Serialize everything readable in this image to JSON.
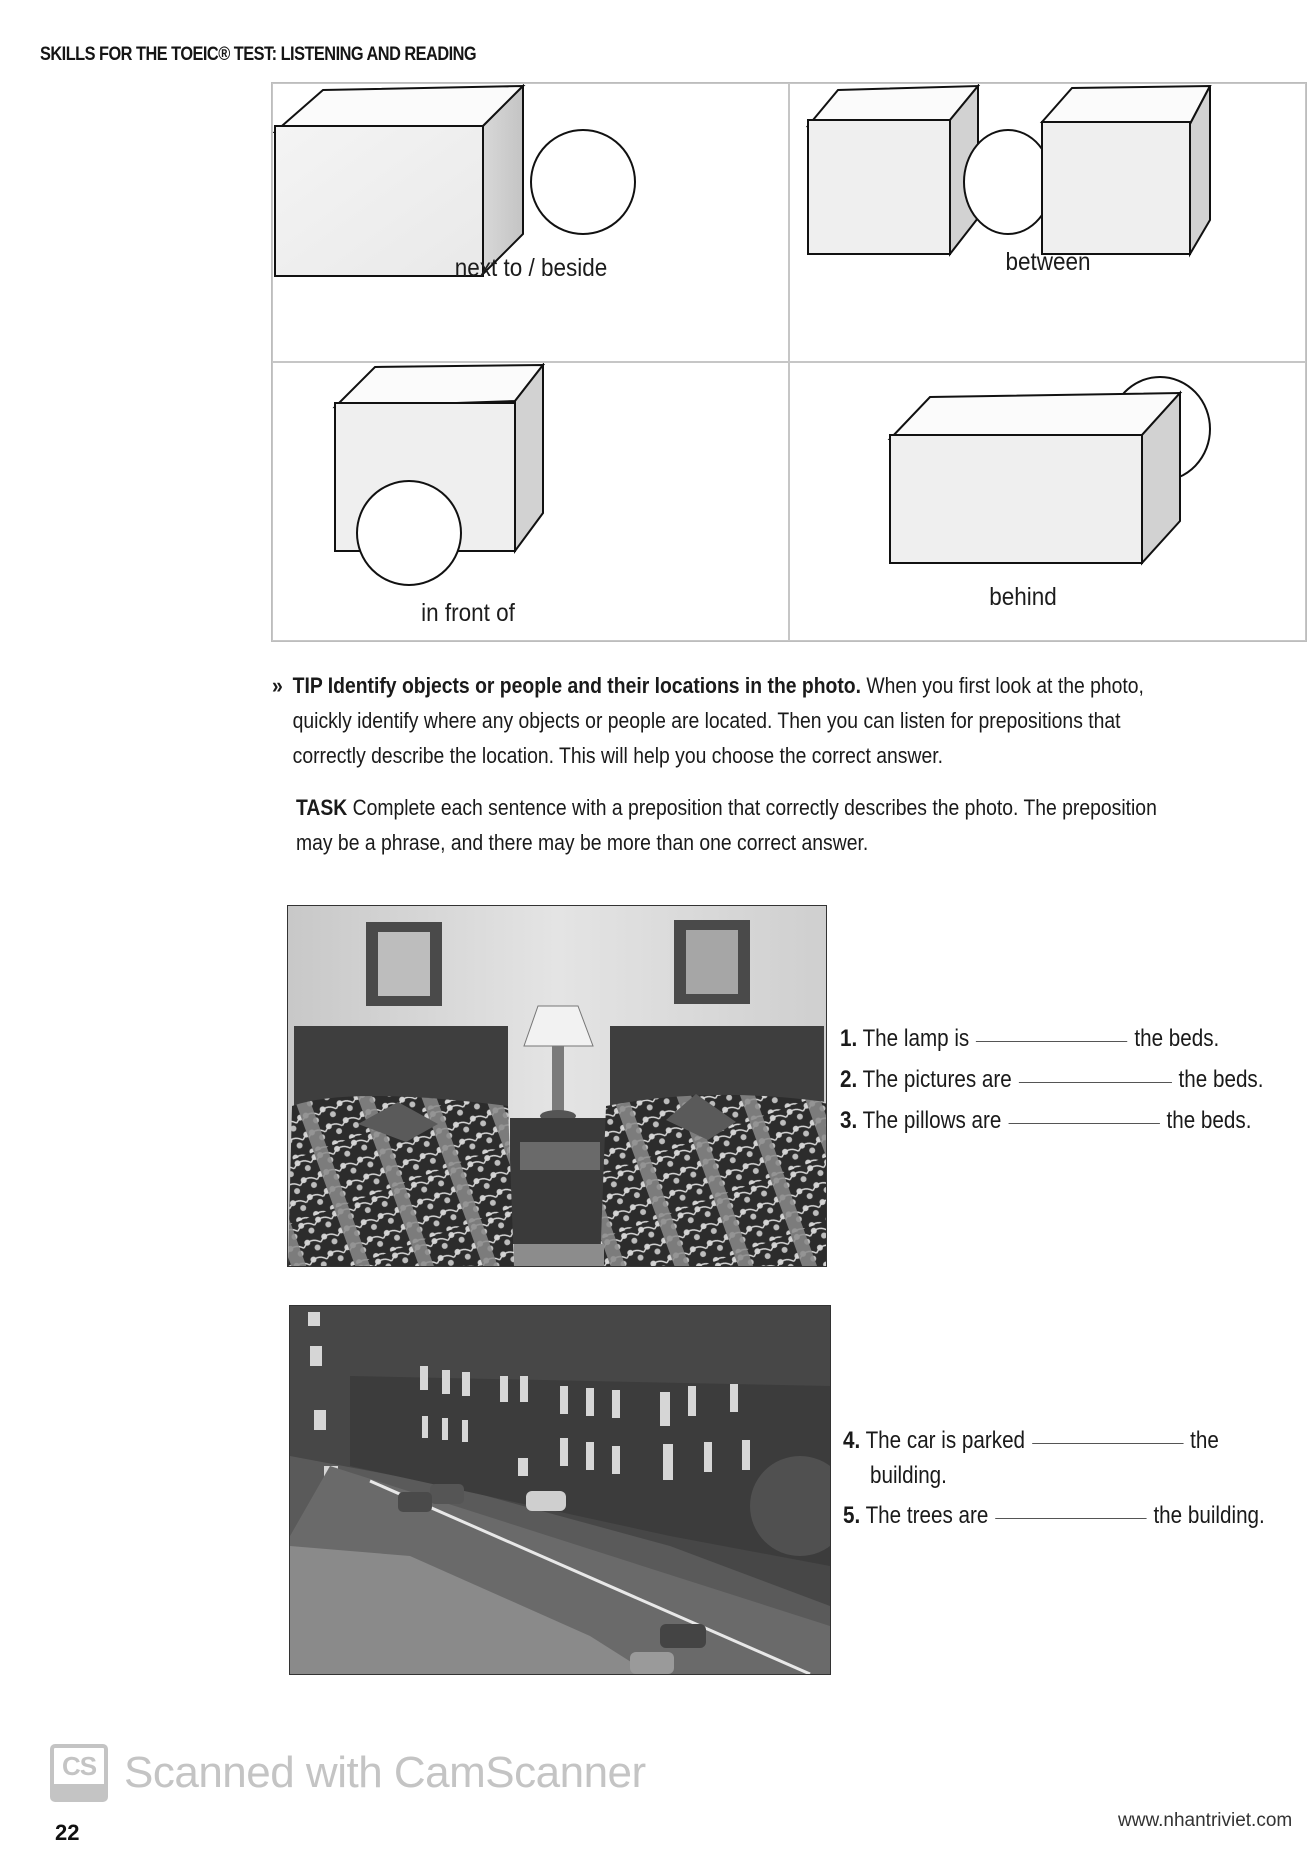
{
  "header": {
    "running_title": "SKILLS FOR THE TOEIC® TEST: LISTENING AND READING"
  },
  "prepositions": [
    {
      "label": "next to / beside",
      "diagram": "box-with-circle-to-right"
    },
    {
      "label": "between",
      "diagram": "circle-between-two-boxes"
    },
    {
      "label": "in front of",
      "diagram": "circle-in-front-of-box"
    },
    {
      "label": "behind",
      "diagram": "circle-behind-box"
    }
  ],
  "tip": {
    "marker": "»",
    "lead": "TIP Identify objects or people and their locations in the photo.",
    "line1_rest": " When you first look at the photo,",
    "line2": "quickly identify where any objects or people are located. Then you can listen for prepositions that",
    "line3": "correctly describe the location. This will help you choose the correct answer."
  },
  "task": {
    "lead": "TASK",
    "line1_rest": " Complete each sentence with a preposition that correctly describes the photo. The preposition",
    "line2": "may be a phrase, and there may be more than one correct answer."
  },
  "photos": [
    {
      "name": "hotel-bedroom-photo",
      "description": "Two beds with patterned bedspreads, a lamp on a nightstand between them, framed pictures above"
    },
    {
      "name": "street-building-photo",
      "description": "Old stone building along a street with parked cars and trees"
    }
  ],
  "exercises": [
    {
      "num": "1.",
      "before": "The lamp is",
      "after": "the beds."
    },
    {
      "num": "2.",
      "before": "The pictures are",
      "after": "the beds."
    },
    {
      "num": "3.",
      "before": "The pillows are",
      "after": "the beds."
    },
    {
      "num": "4.",
      "before": "The car is parked",
      "after": "the",
      "continuation": "building."
    },
    {
      "num": "5.",
      "before": "The trees are",
      "after": "the building."
    }
  ],
  "footer": {
    "page_number": "22",
    "website": "www.nhantriviet.com",
    "watermark_logo": "CS",
    "watermark_text": "Scanned with CamScanner"
  }
}
